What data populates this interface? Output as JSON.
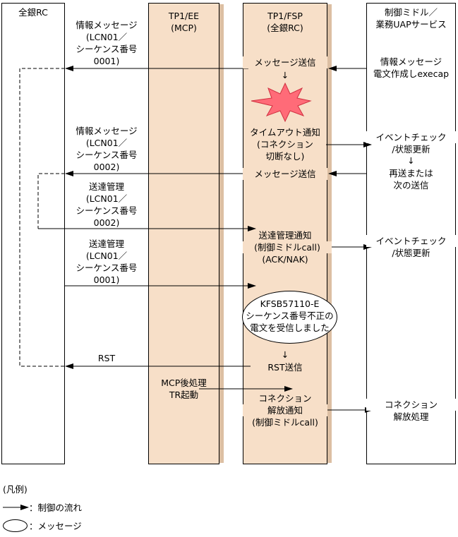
{
  "columns": {
    "left": "全銀RC",
    "ee": [
      "TP1/EE",
      "(MCP)"
    ],
    "fsp": [
      "TP1/FSP",
      "(全銀RC)"
    ],
    "right": [
      "制御ミドル／",
      "業務UAPサービス"
    ]
  },
  "left_labels": {
    "msg1": [
      "情報メッセージ",
      "(LCN01／",
      "シーケンス番号",
      "0001)"
    ],
    "msg2": [
      "情報メッセージ",
      "(LCN01／",
      "シーケンス番号",
      "0002)"
    ],
    "ack1": [
      "送達管理",
      "(LCN01／",
      "シーケンス番号",
      "0002)"
    ],
    "ack2": [
      "送達管理",
      "(LCN01／",
      "シーケンス番号",
      "0001)"
    ],
    "rst": "RST"
  },
  "fsp_labels": {
    "send1": "メッセージ送信",
    "arrow_down1": "↓",
    "timeout": [
      "タイムアウト通知",
      "(コネクション",
      "切断なし)"
    ],
    "send2": "メッセージ送信",
    "ack_notify": [
      "送達管理通知",
      "(制御ミドルcall)",
      "(ACK/NAK)"
    ],
    "error_msg": [
      "KFSB57110-E",
      "シーケンス番号不正の",
      "電文を受信しました"
    ],
    "arrow_down2": "↓",
    "rst_send": "RST送信",
    "release": [
      "コネクション",
      "解放通知",
      "(制御ミドルcall)"
    ]
  },
  "ee_labels": {
    "mcp": [
      "MCP後処理",
      "TR起動"
    ]
  },
  "right_labels": {
    "create": [
      "情報メッセージ",
      "電文作成しexecap"
    ],
    "event1": [
      "イベントチェック",
      "/状態更新",
      "↓"
    ],
    "resend": [
      "再送または",
      "次の送信"
    ],
    "event2": [
      "イベントチェック",
      "/状態更新"
    ],
    "release": [
      "コネクション",
      "解放処理"
    ]
  },
  "legend": {
    "title": "(凡例)",
    "control_flow": "：制御の流れ",
    "message": "：メッセージ"
  },
  "colors": {
    "tan": "#f7dfc8",
    "tan_side": "#dcbfa3",
    "burst": "#ff6b78"
  }
}
